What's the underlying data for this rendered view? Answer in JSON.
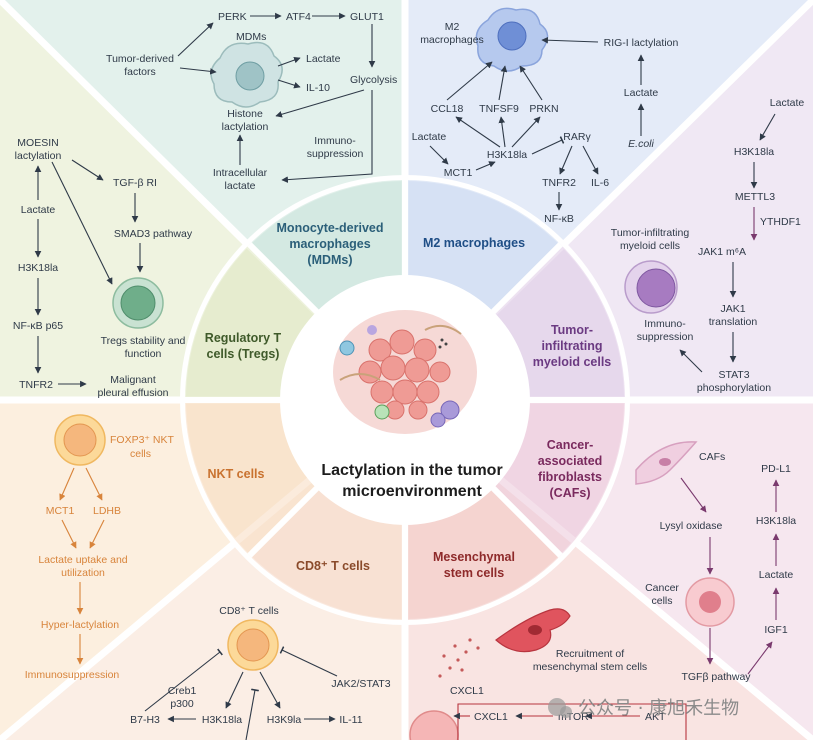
{
  "title": [
    "Lactylation in the tumor",
    "microenvironment"
  ],
  "watermark": "公众号 · 康旭禾生物",
  "colors": {
    "mdm_bg": "#e3f1ec",
    "m2_bg": "#e4ebf8",
    "tim_bg": "#f0e8f4",
    "caf_bg": "#f6e7ef",
    "msc_bg": "#f9e4e2",
    "cd8_bg": "#fbeee5",
    "nkt_bg": "#fcefdf",
    "treg_bg": "#eff3e0",
    "teal": "#2b5f79",
    "orange": "#d8843b",
    "purple": "#7a3a6e"
  },
  "sectors": {
    "mdm": [
      "Monocyte-derived",
      "macrophages",
      "(MDMs)"
    ],
    "m2": [
      "M2 macrophages"
    ],
    "tim": [
      "Tumor-",
      "infiltrating",
      "myeloid cells"
    ],
    "caf": [
      "Cancer-",
      "associated",
      "fibroblasts",
      "(CAFs)"
    ],
    "msc": [
      "Mesenchymal",
      "stem cells"
    ],
    "cd8": [
      "CD8⁺ T cells"
    ],
    "nkt": [
      "NKT cells"
    ],
    "treg": [
      "Regulatory T",
      "cells (Tregs)"
    ]
  },
  "mdm_panel": {
    "perk": "PERK",
    "atf4": "ATF4",
    "glut1": "GLUT1",
    "mdms": "MDMs",
    "tumor_factors": [
      "Tumor-derived",
      "factors"
    ],
    "lactate": "Lactate",
    "il10": "IL-10",
    "glycolysis": "Glycolysis",
    "histone": [
      "Histone",
      "lactylation"
    ],
    "immuno": [
      "Immuno-",
      "suppression"
    ],
    "intracellular": [
      "Intracellular",
      "lactate"
    ]
  },
  "m2_panel": {
    "m2": [
      "M2",
      "macrophages"
    ],
    "rig": "RIG-I lactylation",
    "lactate_top": "Lactate",
    "ecoli": "E.coli",
    "ccl18": "CCL18",
    "tnfsf9": "TNFSF9",
    "prkn": "PRKN",
    "lactate": "Lactate",
    "rarg": "RARγ",
    "h3k18la": "H3K18la",
    "mct1": "MCT1",
    "tnfr2": "TNFR2",
    "il6": "IL-6",
    "nfkb": "NF-κB"
  },
  "tim_panel": {
    "lactate": "Lactate",
    "h3k18la": "H3K18la",
    "mettl3": "METTL3",
    "ythdf1": "YTHDF1",
    "myeloid": [
      "Tumor-infiltrating",
      "myeloid cells"
    ],
    "jak1m6a": "JAK1 m⁶A",
    "jak1tr": [
      "JAK1",
      "translation"
    ],
    "immuno": [
      "Immuno-",
      "suppression"
    ],
    "stat3": [
      "STAT3",
      "phosphorylation"
    ]
  },
  "treg_panel": {
    "moesin": [
      "MOESIN",
      "lactylation"
    ],
    "tgfb": "TGF-β RI",
    "smad3": "SMAD3 pathway",
    "lactate": "Lactate",
    "h3k18la": "H3K18la",
    "nfkb": "NF-κB p65",
    "tregs": [
      "Tregs stability and",
      "function"
    ],
    "tnfr2": "TNFR2",
    "malignant": [
      "Malignant",
      "pleural effusion"
    ]
  },
  "nkt_panel": {
    "foxp3": [
      "FOXP3⁺ NKT",
      "cells"
    ],
    "mct1": "MCT1",
    "ldhb": "LDHB",
    "uptake": [
      "Lactate uptake and",
      "utilization"
    ],
    "hyper": "Hyper-lactylation",
    "immuno": "Immunosuppression"
  },
  "cd8_panel": {
    "cd8": "CD8⁺ T cells",
    "creb": [
      "Creb1",
      "p300"
    ],
    "b7h3": "B7-H3",
    "h3k18la": "H3K18la",
    "h3k9la": "H3K9la",
    "il11": "IL-11",
    "jak2": "JAK2/STAT3"
  },
  "caf_panel": {
    "cafs": "CAFs",
    "lysyl": "Lysyl oxidase",
    "pdl1": "PD-L1",
    "h3k18la": "H3K18la",
    "lactate": "Lactate",
    "cancer": [
      "Cancer",
      "cells"
    ],
    "igf1": "IGF1",
    "tgfb": "TGFβ pathway"
  },
  "msc_panel": {
    "recruit": [
      "Recruitment of",
      "mesenchymal stem cells"
    ],
    "cxcl1_a": "CXCL1",
    "cxcl1_b": "CXCL1",
    "mtor": "mTOR",
    "akt": "AKT"
  }
}
